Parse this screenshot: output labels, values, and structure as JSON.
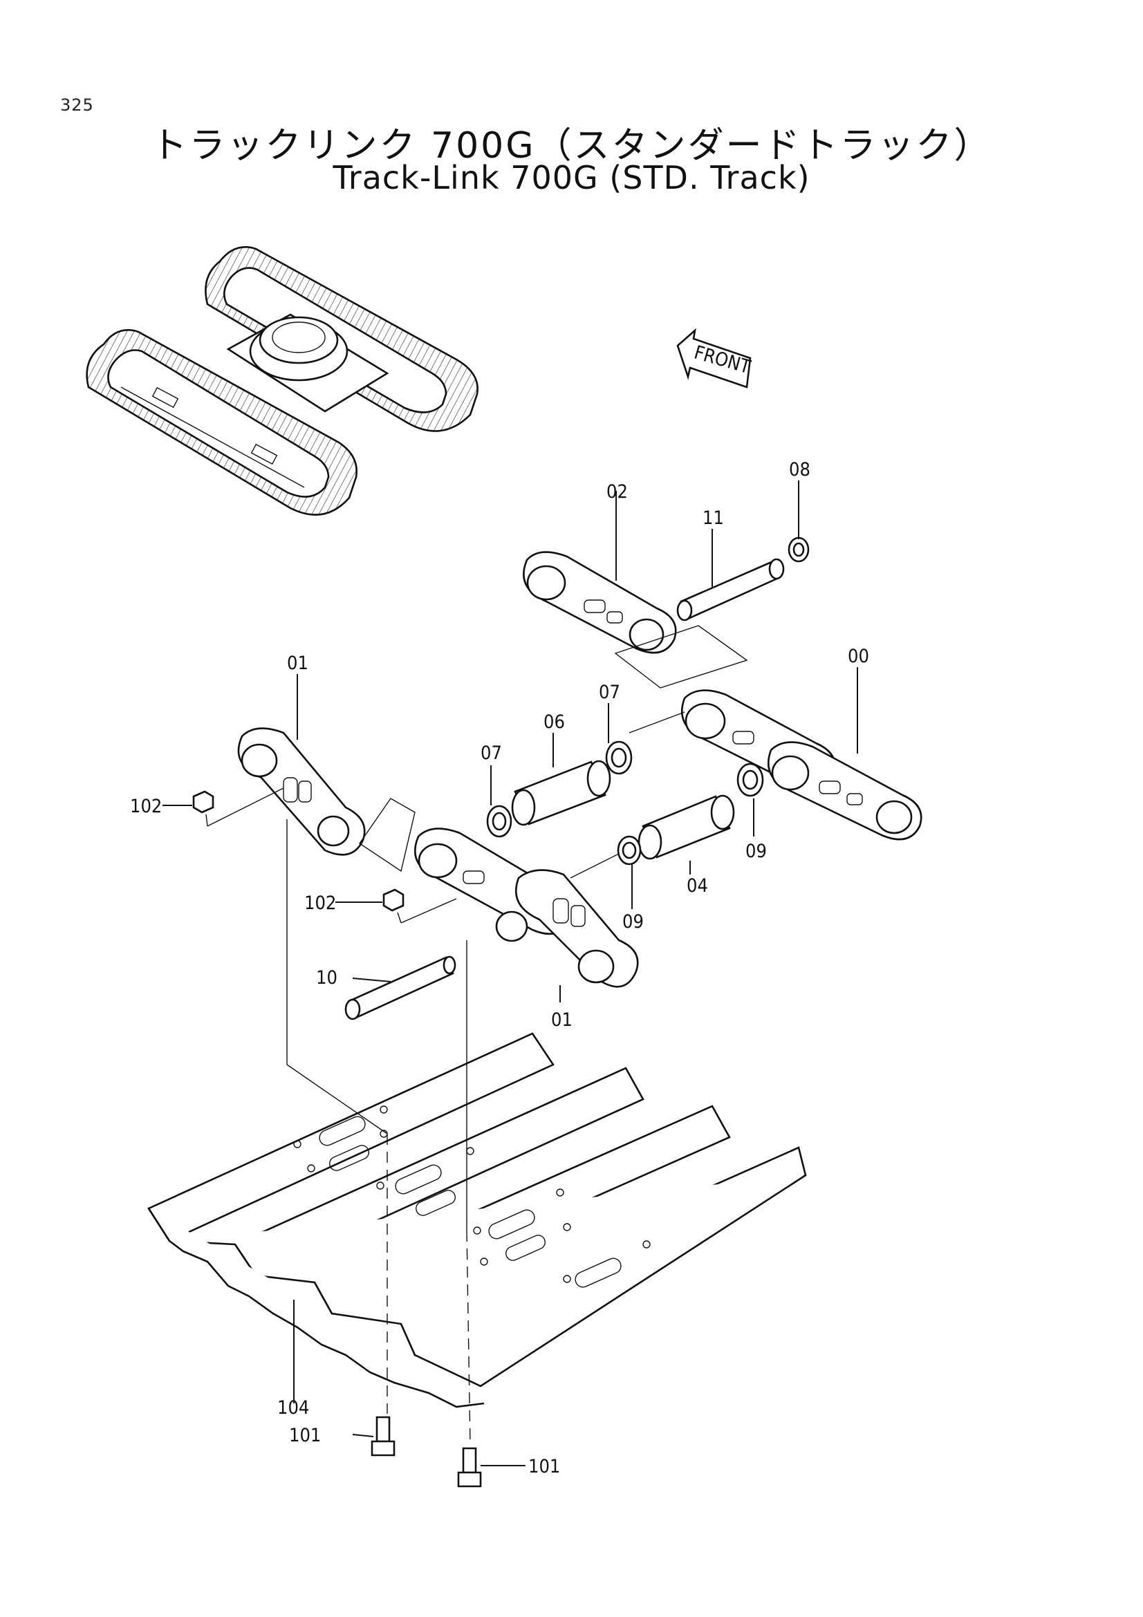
{
  "page": {
    "number": "325"
  },
  "title": {
    "japanese": "トラックリンク 700G（スタンダードトラック）",
    "english": "Track-Link 700G (STD. Track)"
  },
  "front_tag": "FRONT",
  "callouts": [
    {
      "id": "c00",
      "text": "00"
    },
    {
      "id": "c01a",
      "text": "01"
    },
    {
      "id": "c01b",
      "text": "01"
    },
    {
      "id": "c02",
      "text": "02"
    },
    {
      "id": "c04",
      "text": "04"
    },
    {
      "id": "c06",
      "text": "06"
    },
    {
      "id": "c07a",
      "text": "07"
    },
    {
      "id": "c07b",
      "text": "07"
    },
    {
      "id": "c08",
      "text": "08"
    },
    {
      "id": "c09a",
      "text": "09"
    },
    {
      "id": "c09b",
      "text": "09"
    },
    {
      "id": "c10",
      "text": "10"
    },
    {
      "id": "c11",
      "text": "11"
    },
    {
      "id": "c101a",
      "text": "101"
    },
    {
      "id": "c101b",
      "text": "101"
    },
    {
      "id": "c102a",
      "text": "102"
    },
    {
      "id": "c102b",
      "text": "102"
    },
    {
      "id": "c104",
      "text": "104"
    }
  ]
}
